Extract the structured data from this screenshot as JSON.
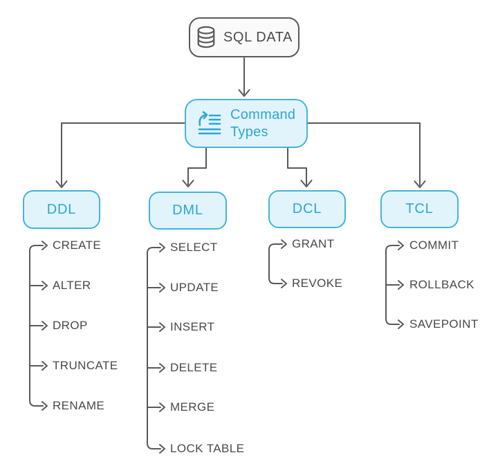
{
  "colors": {
    "accent_cyan_border": "#41b4da",
    "accent_cyan_text": "#2ca6d4",
    "cyan_box_fill": "#e2f4fb",
    "connector_gray": "#57585a",
    "item_text_gray": "#48484a",
    "root_border_gray": "#58595b",
    "root_fill": "#fafafa"
  },
  "diagram": {
    "root": {
      "label": "SQL DATA",
      "icon": "database-icon"
    },
    "hub": {
      "label": "Command Types",
      "icon": "command-list-icon"
    },
    "branches": [
      {
        "label": "DDL",
        "items": [
          "CREATE",
          "ALTER",
          "DROP",
          "TRUNCATE",
          "RENAME"
        ]
      },
      {
        "label": "DML",
        "items": [
          "SELECT",
          "UPDATE",
          "INSERT",
          "DELETE",
          "MERGE",
          "LOCK TABLE"
        ]
      },
      {
        "label": "DCL",
        "items": [
          "GRANT",
          "REVOKE"
        ]
      },
      {
        "label": "TCL",
        "items": [
          "COMMIT",
          "ROLLBACK",
          "SAVEPOINT"
        ]
      }
    ]
  }
}
